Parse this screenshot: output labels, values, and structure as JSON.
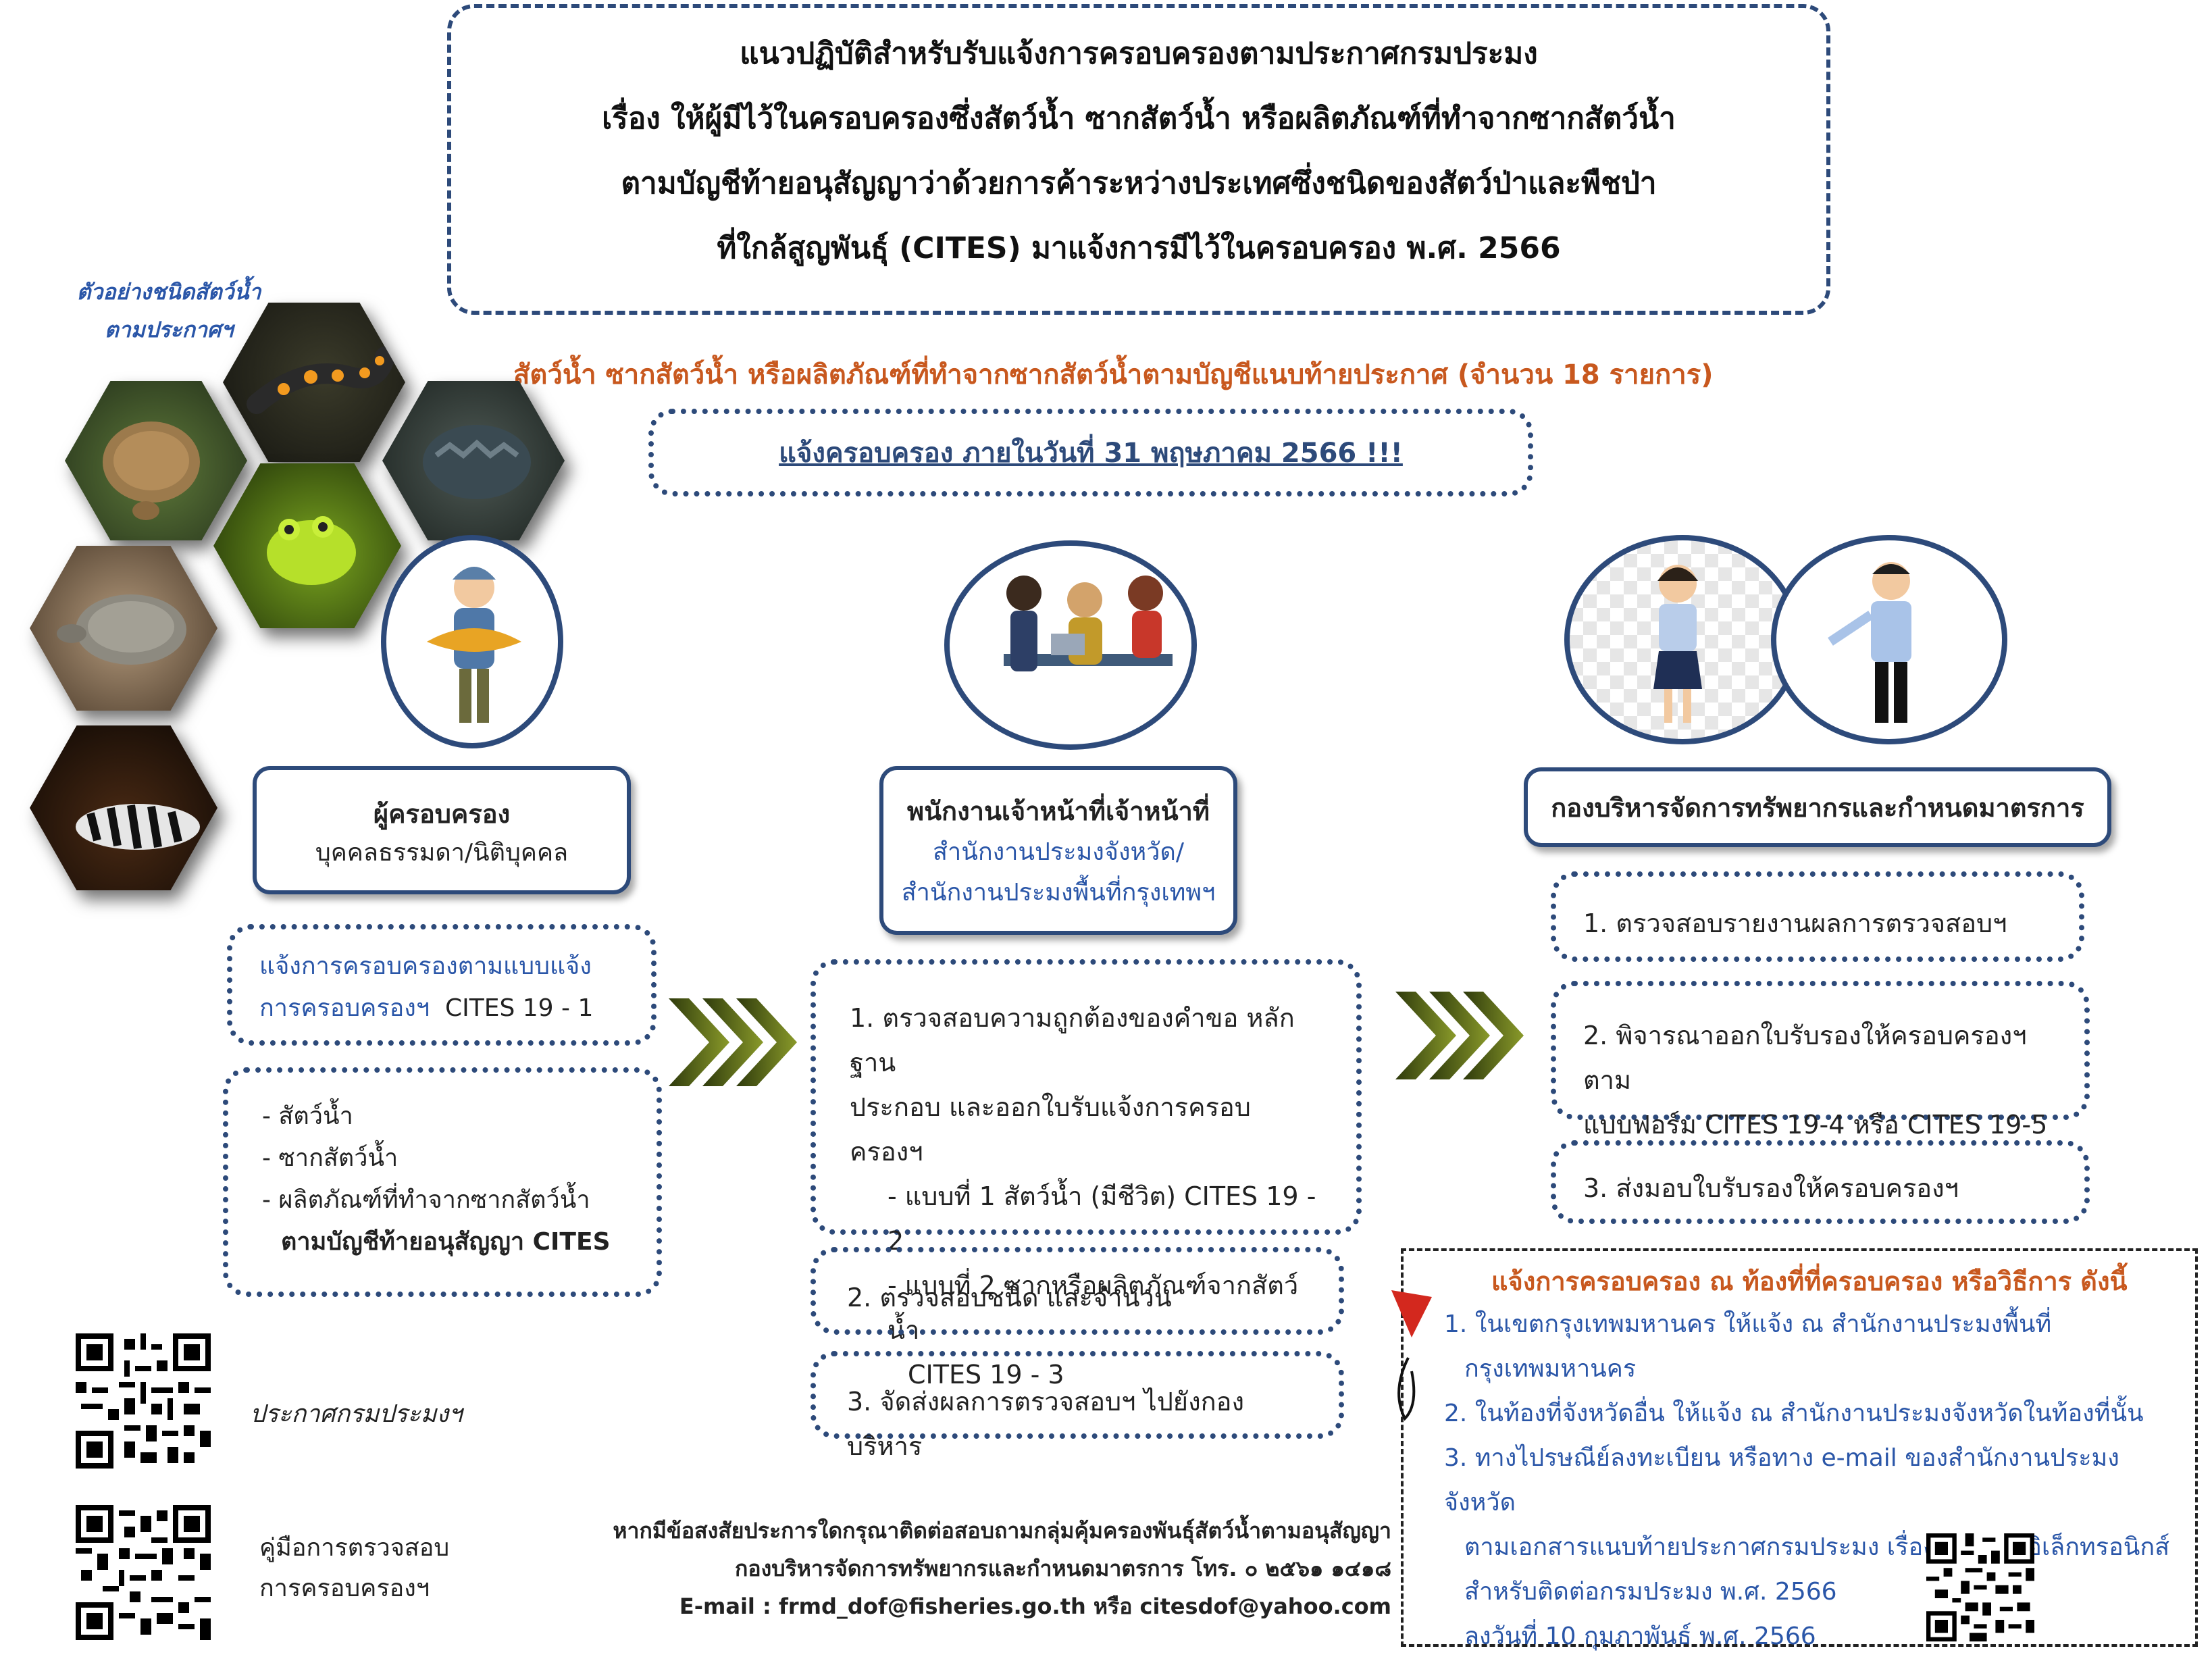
{
  "header": {
    "lines": [
      "แนวปฏิบัติสำหรับรับแจ้งการครอบครองตามประกาศกรมประมง",
      "เรื่อง ให้ผู้มีไว้ในครอบครองซึ่งสัตว์น้ำ ซากสัตว์น้ำ หรือผลิตภัณฑ์ที่ทำจากซากสัตว์น้ำ",
      "ตามบัญชีท้ายอนุสัญญาว่าด้วยการค้าระหว่างประเทศซึ่งชนิดของสัตว์ป่าและพืชป่า",
      "ที่ใกล้สูญพันธุ์ (CITES) มาแจ้งการมีไว้ในครอบครอง พ.ศ. 2566"
    ]
  },
  "species_caption": [
    "ตัวอย่างชนิดสัตว์น้ำ",
    "ตามประกาศฯ"
  ],
  "subtitle": "สัตว์น้ำ ซากสัตว์น้ำ หรือผลิตภัณฑ์ที่ทำจากซากสัตว์น้ำตามบัญชีแนบท้ายประกาศ (จำนวน 18 รายการ)",
  "deadline": "แจ้งครอบครอง ภายในวันที่ 31 พฤษภาคม 2566 !!!",
  "col1": {
    "title": "ผู้ครอบครอง",
    "subtitle": "บุคคลธรรมดา/นิติบุคคล",
    "notify_lines": [
      "แจ้งการครอบครองตามแบบแจ้ง",
      "การครอบครองฯ"
    ],
    "notify_form": "CITES 19 - 1",
    "items": [
      "- สัตว์น้ำ",
      "- ซากสัตว์น้ำ",
      "- ผลิตภัณฑ์ที่ทำจากซากสัตว์น้ำ"
    ],
    "items_bold": "ตามบัญชีท้ายอนุสัญญา CITES"
  },
  "col2": {
    "title": "พนักงานเจ้าหน้าที่เจ้าหน้าที่",
    "subtitle_lines": [
      "สำนักงานประมงจังหวัด/",
      "สำนักงานประมงพื้นที่กรุงเทพฯ"
    ],
    "step1_lines": [
      "1. ตรวจสอบความถูกต้องของคำขอ หลักฐาน",
      "ประกอบ และออกใบรับแจ้งการครอบครองฯ"
    ],
    "step1_sub": [
      "- แบบที่ 1 สัตว์น้ำ (มีชีวิต) CITES 19 - 2",
      "- แบบที่ 2 ซากหรือผลิตภัณฑ์จากสัตว์น้ำ",
      "CITES 19 - 3"
    ],
    "step2": "2. ตรวจสอบชนิด และจำนวน",
    "step3": "3. จัดส่งผลการตรวจสอบฯ ไปยังกองบริหาร"
  },
  "col3": {
    "title": "กองบริหารจัดการทรัพยากรและกำหนดมาตรการ",
    "step1": "1. ตรวจสอบรายงานผลการตรวจสอบฯ",
    "step2_lines": [
      "2. พิจารณาออกใบรับรองให้ครอบครองฯ ตาม",
      "แบบฟอร์ม CITES 19-4 หรือ CITES 19-5"
    ],
    "step3": "3. ส่งมอบใบรับรองให้ครอบครองฯ"
  },
  "notice": {
    "title": "แจ้งการครอบครอง ณ ท้องที่ที่ครอบครอง หรือวิธีการ ดังนี้",
    "lines": [
      "1. ในเขตกรุงเทพมหานคร ให้แจ้ง ณ สำนักงานประมงพื้นที่",
      "กรุงเทพมหานคร",
      "2. ในท้องที่จังหวัดอื่น ให้แจ้ง ณ สำนักงานประมงจังหวัดในท้องที่นั้น",
      "3. ทางไปรษณีย์ลงทะเบียน หรือทาง e-mail ของสำนักงานประมงจังหวัด",
      "ตามเอกสารแนบท้ายประกาศกรมประมง เรื่อง ช่องทางอิเล็กทรอนิกส์",
      "สำหรับติดต่อกรมประมง พ.ศ. 2566",
      "ลงวันที่ 10 กุมภาพันธ์ พ.ศ. 2566"
    ]
  },
  "qr_labels": {
    "announcement": "ประกาศกรมประมงฯ",
    "manual_lines": [
      "คู่มือการตรวจสอบ",
      "การครอบครองฯ"
    ]
  },
  "contact": {
    "lines": [
      "หากมีข้อสงสัยประการใดกรุณาติดต่อสอบถามกลุ่มคุ้มครองพันธุ์สัตว์น้ำตามอนุสัญญา",
      "กองบริหารจัดการทรัพยากรและกำหนดมาตรการ โทร. ๐ ๒๕๖๑ ๑๔๑๘",
      "E-mail : frmd_dof@fisheries.go.th หรือ citesdof@yahoo.com"
    ]
  },
  "colors": {
    "navy": "#2d4a7a",
    "orange": "#c8581e",
    "blue": "#2a56a8",
    "arrow_green": "#6b7a1f"
  }
}
